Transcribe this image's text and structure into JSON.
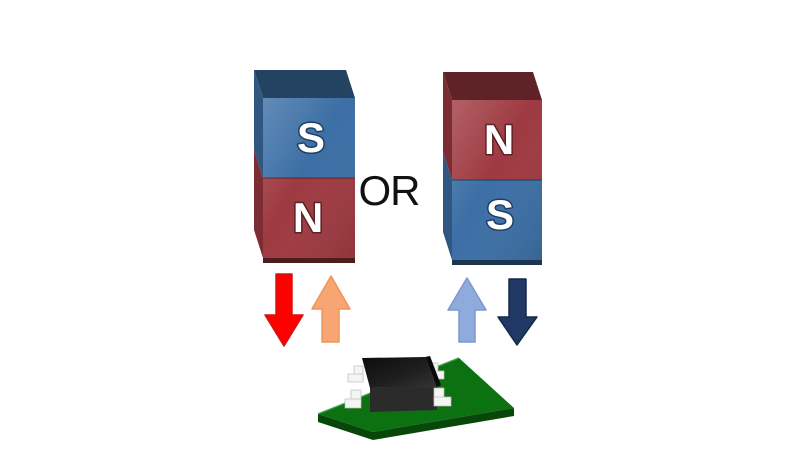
{
  "connector": {
    "label": "OR"
  },
  "magnets": {
    "left": {
      "top_pole_label": "S",
      "bottom_pole_label": "N",
      "top_pole_color": "#3C6FA5",
      "bottom_pole_color": "#9E3A41"
    },
    "right": {
      "top_pole_label": "N",
      "bottom_pole_label": "S",
      "top_pole_color": "#9E3A41",
      "bottom_pole_color": "#3C6FA5"
    }
  },
  "arrows": {
    "left_down": {
      "icon": "red-down-arrow",
      "color": "#FF0000"
    },
    "left_up": {
      "icon": "orange-up-arrow",
      "color": "#F7A572"
    },
    "right_up": {
      "icon": "light-blue-up-arrow",
      "color": "#8FAADC"
    },
    "right_down": {
      "icon": "dark-blue-down-arrow",
      "color": "#1F3864"
    }
  },
  "board": {
    "pcb_color": "#0C7110",
    "pcb_edge_color": "#07470A",
    "chip_color": "#1C1C1C",
    "chip_front_color": "#2B2B2B",
    "lead_color": "#F4F4F4"
  },
  "text_colors": {
    "or_label": "#111111",
    "pole_letter": "#FFFFFF"
  }
}
